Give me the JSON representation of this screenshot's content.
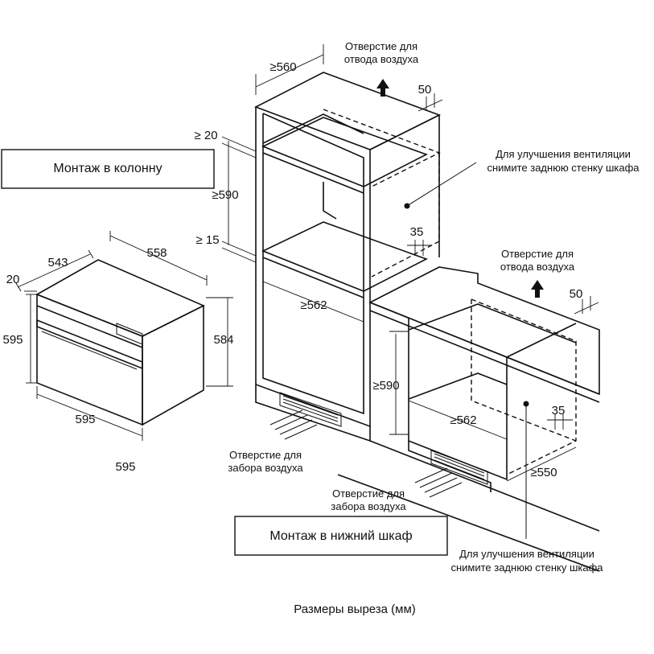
{
  "labels": {
    "column_install": "Монтаж в колонну",
    "under_counter_install": "Монтаж в нижний шкаф",
    "cutout_caption": "Размеры выреза (мм)",
    "air_exhaust_top": [
      "Отверстие для",
      "отвода воздуха"
    ],
    "air_exhaust_right": [
      "Отверстие для",
      "отвода воздуха"
    ],
    "air_intake_left": [
      "Отверстие для",
      "забора воздуха"
    ],
    "air_intake_right": [
      "Отверстие для",
      "забора воздуха"
    ],
    "vent_note_top": [
      "Для улучшения вентиляции",
      "снимите заднюю стенку шкафа"
    ],
    "vent_note_bottom": [
      "Для улучшения вентиляции",
      "снимите заднюю стенку шкафа"
    ]
  },
  "dimensions": {
    "oven_depth": "543",
    "oven_side_depth": "558",
    "oven_front_offset": "20",
    "oven_height": "595",
    "oven_body_height": "584",
    "oven_width_front": "595",
    "oven_width_bottom": "595",
    "column_width": "≥560",
    "column_gap_top": "≥ 20",
    "column_niche_height": "≥590",
    "column_gap_bottom": "≥ 15",
    "column_gap_back": "50",
    "column_vent_35": "35",
    "column_inner_width": "≥562",
    "base_niche_height": "≥590",
    "base_inner_width": "≥562",
    "base_gap_back": "50",
    "base_vent_35": "35",
    "base_depth": "≥550"
  }
}
